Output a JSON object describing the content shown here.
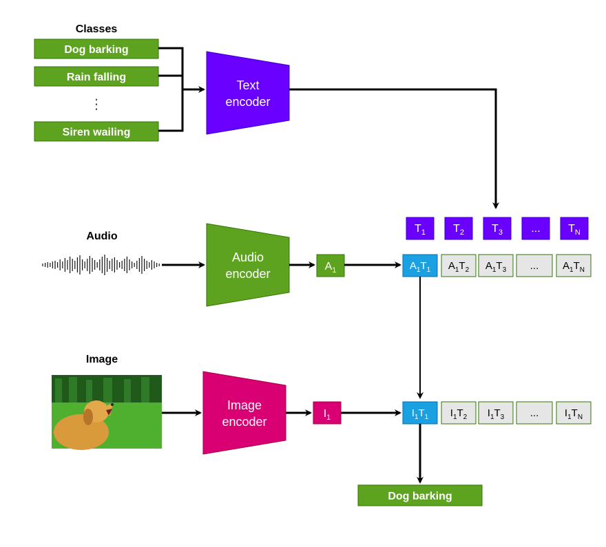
{
  "classes": {
    "title": "Classes",
    "items": [
      "Dog barking",
      "Rain falling",
      "Siren wailing"
    ],
    "ellipsis": "⋮"
  },
  "text_encoder": {
    "line1": "Text",
    "line2": "encoder"
  },
  "audio": {
    "title": "Audio",
    "encoder": {
      "line1": "Audio",
      "line2": "encoder"
    },
    "embedding": {
      "base": "A",
      "sub": "1"
    }
  },
  "image": {
    "title": "Image",
    "encoder": {
      "line1": "Image",
      "line2": "encoder"
    },
    "embedding": {
      "base": "I",
      "sub": "1"
    }
  },
  "text_tokens": [
    {
      "base": "T",
      "sub": "1"
    },
    {
      "base": "T",
      "sub": "2"
    },
    {
      "base": "T",
      "sub": "3"
    },
    {
      "base": "...",
      "sub": ""
    },
    {
      "base": "T",
      "sub": "N"
    }
  ],
  "audio_row": [
    {
      "a": "A",
      "as": "1",
      "t": "T",
      "ts": "1"
    },
    {
      "a": "A",
      "as": "1",
      "t": "T",
      "ts": "2"
    },
    {
      "a": "A",
      "as": "1",
      "t": "T",
      "ts": "3"
    },
    {
      "a": "...",
      "as": "",
      "t": "",
      "ts": ""
    },
    {
      "a": "A",
      "as": "1",
      "t": "T",
      "ts": "N"
    }
  ],
  "image_row": [
    {
      "a": "I",
      "as": "1",
      "t": "T",
      "ts": "1"
    },
    {
      "a": "I",
      "as": "1",
      "t": "T",
      "ts": "2"
    },
    {
      "a": "I",
      "as": "1",
      "t": "T",
      "ts": "3"
    },
    {
      "a": "...",
      "as": "",
      "t": "",
      "ts": ""
    },
    {
      "a": "I",
      "as": "1",
      "t": "T",
      "ts": "N"
    }
  ],
  "output": {
    "label": "Dog barking"
  },
  "colors": {
    "green": "#5ea320",
    "green_border": "#2d7600",
    "purple": "#6a00ff",
    "magenta": "#d80073",
    "blue": "#1ba1e2",
    "gray_cell": "#e6e6e6",
    "cell_border": "#2d7600"
  }
}
